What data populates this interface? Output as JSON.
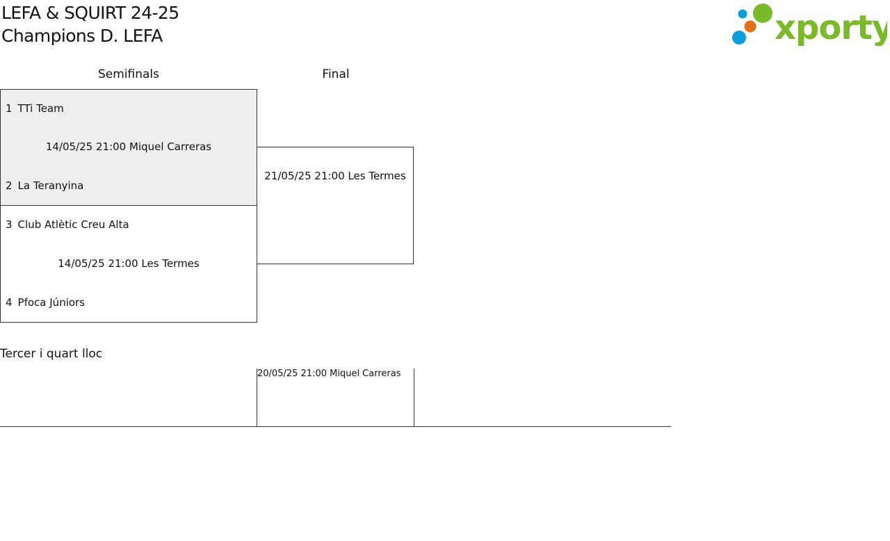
{
  "header": {
    "title_line1": "LEFA & SQUIRT 24-25",
    "title_line2": "Champions D. LEFA",
    "logo_text": "xporty",
    "logo_colors": {
      "green": "#7ab929",
      "blue": "#0e9ddb",
      "orange": "#e36f18"
    }
  },
  "rounds": {
    "semifinals_label": "Semifinals",
    "final_label": "Final"
  },
  "semifinal_1": {
    "home_seed": "1",
    "home_team": "TTi Team",
    "date": "14/05/25 21:00",
    "venue": "Miquel Carreras",
    "away_seed": "2",
    "away_team": "La Teranyina"
  },
  "semifinal_2": {
    "home_seed": "3",
    "home_team": "Club Atlètic Creu Alta",
    "date": "14/05/25 21:00",
    "venue": "Les Termes",
    "away_seed": "4",
    "away_team": "Pfoca Júniors"
  },
  "final": {
    "date": "21/05/25 21:00",
    "venue": "Les Termes"
  },
  "third_place": {
    "label": "Tercer i quart lloc",
    "date": "20/05/25 21:00",
    "venue": "Miquel Carreras"
  }
}
